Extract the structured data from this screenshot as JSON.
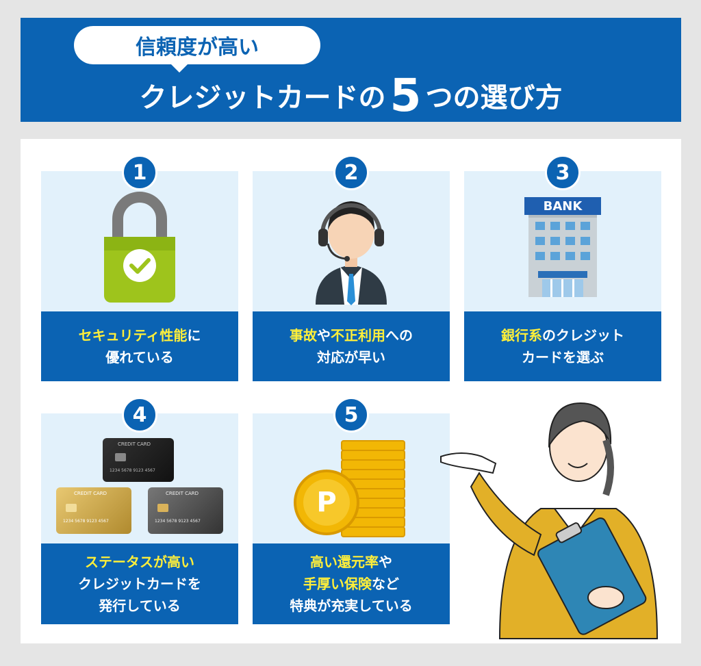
{
  "header": {
    "bubble": "信頼度が高い",
    "title_part1": "クレジットカードの",
    "title_number": "5",
    "title_part2": "つの選び方"
  },
  "cards": [
    {
      "number": "1",
      "line1_hl": "セキュリティ性能",
      "line1_rest": "に",
      "line2": "優れている",
      "line3": ""
    },
    {
      "number": "2",
      "line1_hl": "事故",
      "line1_mid": "や",
      "line1_hl2": "不正利用",
      "line1_rest": "への",
      "line2": "対応が早い",
      "line3": ""
    },
    {
      "number": "3",
      "line1_hl": "銀行系",
      "line1_rest": "のクレジット",
      "line2": "カードを選ぶ",
      "line3": "",
      "sign": "BANK"
    },
    {
      "number": "4",
      "line1_hl": "ステータスが高い",
      "line1_rest": "",
      "line2": "クレジットカードを",
      "line3": "発行している",
      "card_label": "CREDIT CARD",
      "card_number": "1234  5678  9123  4567"
    },
    {
      "number": "5",
      "line1_hl": "高い還元率",
      "line1_rest": "や",
      "line2_hl": "手厚い保険",
      "line2_rest": "など",
      "line3": "特典が充実している",
      "coin_letter": "P"
    }
  ],
  "colors": {
    "brand_blue": "#0b63b3",
    "highlight_yellow": "#ffef3a",
    "tile_bg": "#e2f1fb"
  }
}
